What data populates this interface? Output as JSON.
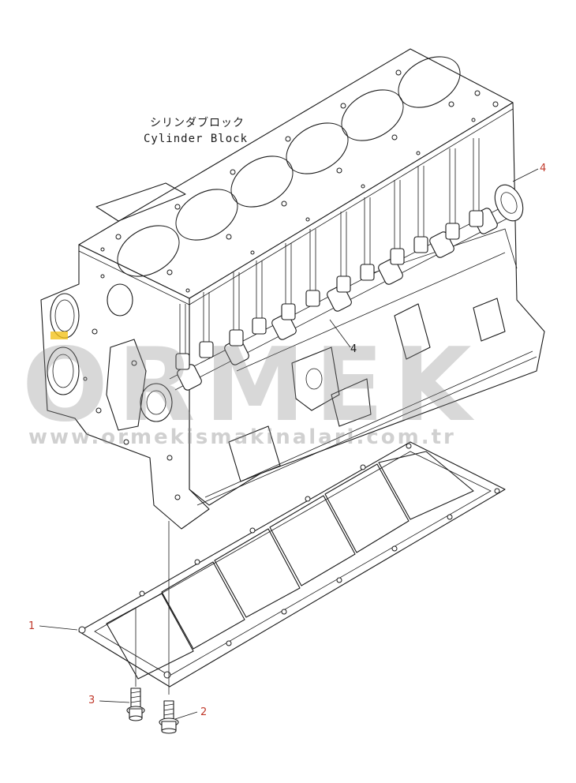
{
  "title": {
    "jp": "シリンダブロック",
    "en": "Cylinder Block"
  },
  "callouts": [
    {
      "id": "1",
      "label": "1"
    },
    {
      "id": "2",
      "label": "2"
    },
    {
      "id": "3",
      "label": "3"
    },
    {
      "id": "4",
      "label": "4"
    },
    {
      "id": "4b",
      "label": "4"
    }
  ],
  "watermark": {
    "brand": "ORMEK",
    "url": "www.ormekismakinalari.com.tr"
  },
  "colors": {
    "line": "#1a1a1a",
    "callout": "#c0392b",
    "watermark": "#8a8a8a",
    "accent": "#f2c21b"
  }
}
